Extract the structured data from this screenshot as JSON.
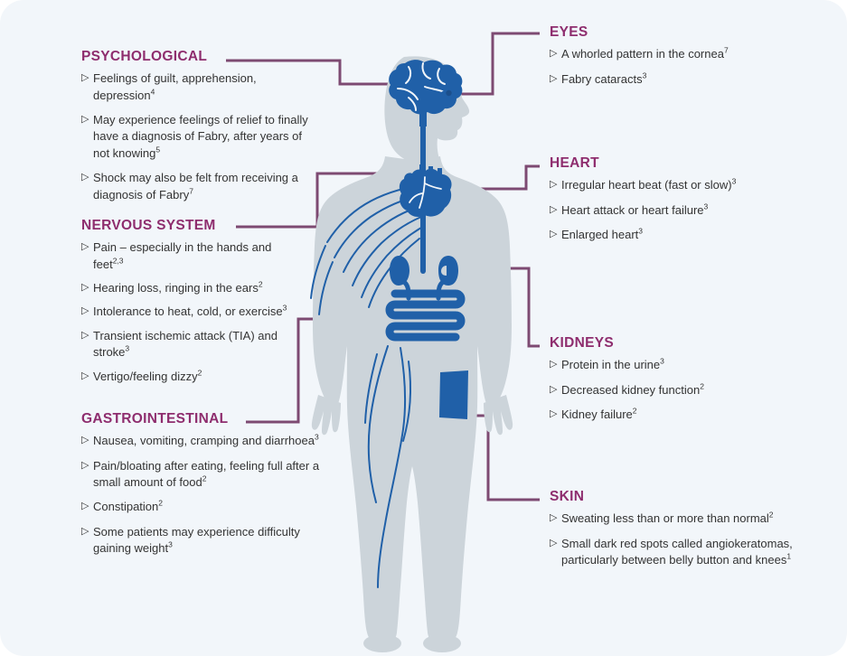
{
  "colors": {
    "background": "#f2f6fa",
    "heading_purple": "#8e2d6e",
    "connector_purple": "#7d4a72",
    "organ_blue": "#1f5fa6",
    "body_grey": "#ccd4da",
    "text": "#333333"
  },
  "sections": {
    "psychological": {
      "title": "PSYCHOLOGICAL",
      "items": [
        {
          "text": "Feelings of guilt, apprehension, depression",
          "ref": "4"
        },
        {
          "text": "May experience feelings of relief to finally have a diagnosis of Fabry, after years of not knowing",
          "ref": "5"
        },
        {
          "text": "Shock may also be felt from receiving a diagnosis of Fabry",
          "ref": "7"
        }
      ]
    },
    "nervous_system": {
      "title": "NERVOUS SYSTEM",
      "items": [
        {
          "text": "Pain – especially in the hands and feet",
          "ref": "2,3"
        },
        {
          "text": "Hearing loss, ringing in the ears",
          "ref": "2"
        },
        {
          "text": "Intolerance to heat, cold, or exercise",
          "ref": "3"
        },
        {
          "text": "Transient ischemic attack (TIA) and stroke",
          "ref": "3"
        },
        {
          "text": "Vertigo/feeling dizzy",
          "ref": "2"
        }
      ]
    },
    "gastrointestinal": {
      "title": "GASTROINTESTINAL",
      "items": [
        {
          "text": "Nausea, vomiting, cramping and diarrhoea",
          "ref": "3"
        },
        {
          "text": "Pain/bloating after eating, feeling full after a small amount of food",
          "ref": "2"
        },
        {
          "text": "Constipation",
          "ref": "2"
        },
        {
          "text": "Some patients may experience difficulty gaining weight",
          "ref": "3"
        }
      ]
    },
    "eyes": {
      "title": "EYES",
      "items": [
        {
          "text": "A whorled pattern in the cornea",
          "ref": "7"
        },
        {
          "text": "Fabry cataracts",
          "ref": "3"
        }
      ]
    },
    "heart": {
      "title": "HEART",
      "items": [
        {
          "text": "Irregular heart beat (fast or slow)",
          "ref": "3"
        },
        {
          "text": "Heart attack or heart failure",
          "ref": "3"
        },
        {
          "text": "Enlarged heart",
          "ref": "3"
        }
      ]
    },
    "kidneys": {
      "title": "KIDNEYS",
      "items": [
        {
          "text": "Protein in the urine",
          "ref": "3"
        },
        {
          "text": "Decreased kidney function",
          "ref": "2"
        },
        {
          "text": "Kidney failure",
          "ref": "2"
        }
      ]
    },
    "skin": {
      "title": "SKIN",
      "items": [
        {
          "text": "Sweating less than or more than normal",
          "ref": "2"
        },
        {
          "text": "Small dark red spots called angiokeratomas, particularly between belly button and knees",
          "ref": "1"
        }
      ]
    }
  },
  "bullet_glyph": "▷",
  "diagram": {
    "figure_label": "human-body-silhouette",
    "organs": [
      "brain",
      "eye",
      "spinal-cord",
      "nerves",
      "heart",
      "kidneys",
      "intestines",
      "skin-patch"
    ]
  }
}
